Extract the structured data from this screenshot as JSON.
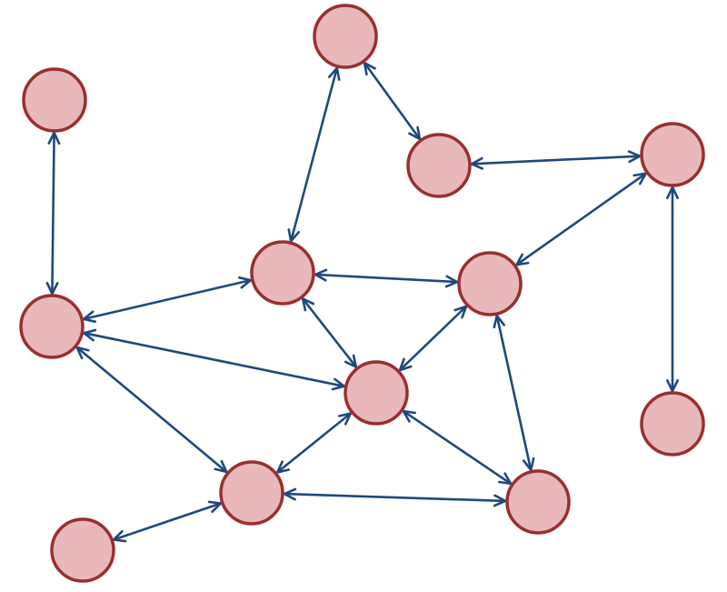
{
  "colors": {
    "node_fill": "#e8b8bb",
    "node_stroke": "#9a2f2f",
    "edge": "#1f497d",
    "background": "#ffffff"
  },
  "nodes": [
    {
      "id": "n-top"
    },
    {
      "id": "n-top-left"
    },
    {
      "id": "n-upper-mid"
    },
    {
      "id": "n-right-top"
    },
    {
      "id": "n-center-left"
    },
    {
      "id": "n-center-right"
    },
    {
      "id": "n-left"
    },
    {
      "id": "n-center"
    },
    {
      "id": "n-right-bottom"
    },
    {
      "id": "n-bottom-mid"
    },
    {
      "id": "n-bottom-right"
    },
    {
      "id": "n-bottom-left"
    }
  ],
  "edges": [
    {
      "from": "n-top",
      "to": "n-upper-mid",
      "directed": "both"
    },
    {
      "from": "n-top",
      "to": "n-center-left",
      "directed": "both"
    },
    {
      "from": "n-upper-mid",
      "to": "n-right-top",
      "directed": "both"
    },
    {
      "from": "n-right-top",
      "to": "n-center-right",
      "directed": "both"
    },
    {
      "from": "n-right-top",
      "to": "n-right-bottom",
      "directed": "both"
    },
    {
      "from": "n-top-left",
      "to": "n-left",
      "directed": "both"
    },
    {
      "from": "n-center-left",
      "to": "n-left",
      "directed": "both"
    },
    {
      "from": "n-center-left",
      "to": "n-center-right",
      "directed": "both"
    },
    {
      "from": "n-center-left",
      "to": "n-center",
      "directed": "both"
    },
    {
      "from": "n-center-right",
      "to": "n-center",
      "directed": "both"
    },
    {
      "from": "n-center-right",
      "to": "n-bottom-right",
      "directed": "both"
    },
    {
      "from": "n-left",
      "to": "n-center",
      "directed": "both"
    },
    {
      "from": "n-left",
      "to": "n-bottom-mid",
      "directed": "both"
    },
    {
      "from": "n-center",
      "to": "n-bottom-mid",
      "directed": "both"
    },
    {
      "from": "n-center",
      "to": "n-bottom-right",
      "directed": "both"
    },
    {
      "from": "n-bottom-mid",
      "to": "n-bottom-right",
      "directed": "both"
    },
    {
      "from": "n-bottom-mid",
      "to": "n-bottom-left",
      "directed": "both"
    }
  ]
}
